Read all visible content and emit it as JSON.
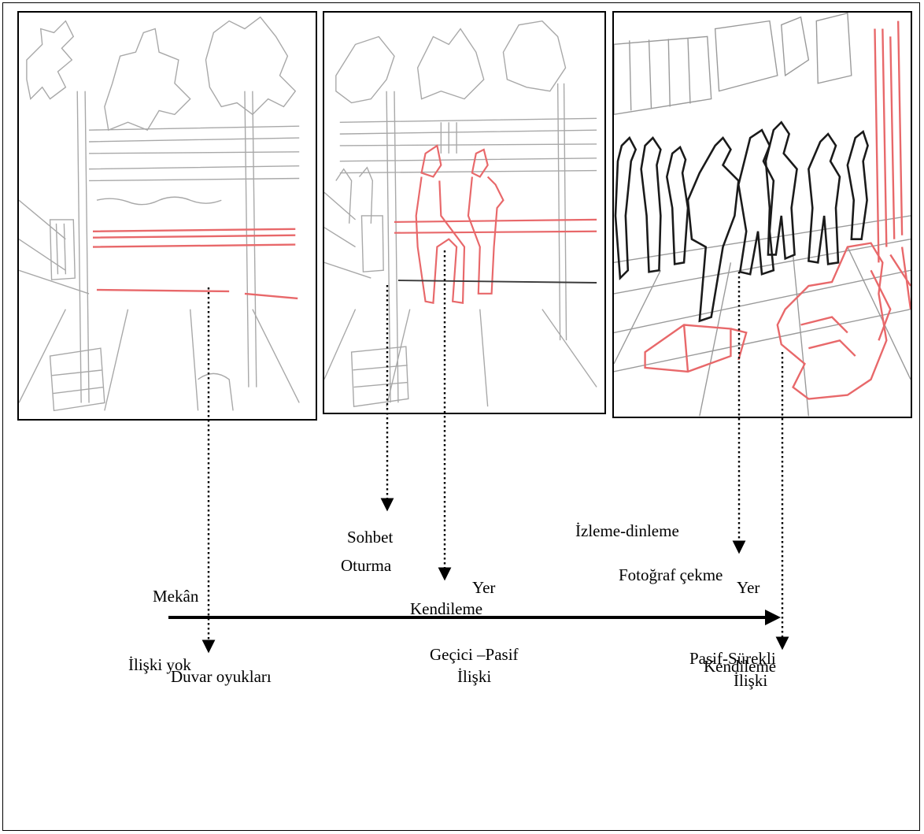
{
  "labels": {
    "duvar": "Duvar oyukları",
    "sohbet": "Sohbet",
    "oturma": "Oturma",
    "kendileme_1": "Kendileme",
    "izleme": "İzleme-dinleme",
    "fotograf": "Fotoğraf çekme",
    "kendileme_2": "Kendileme"
  },
  "axis": {
    "start_top": "Mekân",
    "mid_top": "Yer",
    "end_top": "Yer",
    "start_bottom": "İlişki yok",
    "mid_bottom_1": "Geçici –Pasif",
    "mid_bottom_2": "İlişki",
    "end_bottom_1": "Pasif-Sürekli",
    "end_bottom_2": "İlişki"
  },
  "colors": {
    "highlight": "#e8686a",
    "sketch": "#9a9a9a",
    "ink": "#1a1a1a"
  }
}
